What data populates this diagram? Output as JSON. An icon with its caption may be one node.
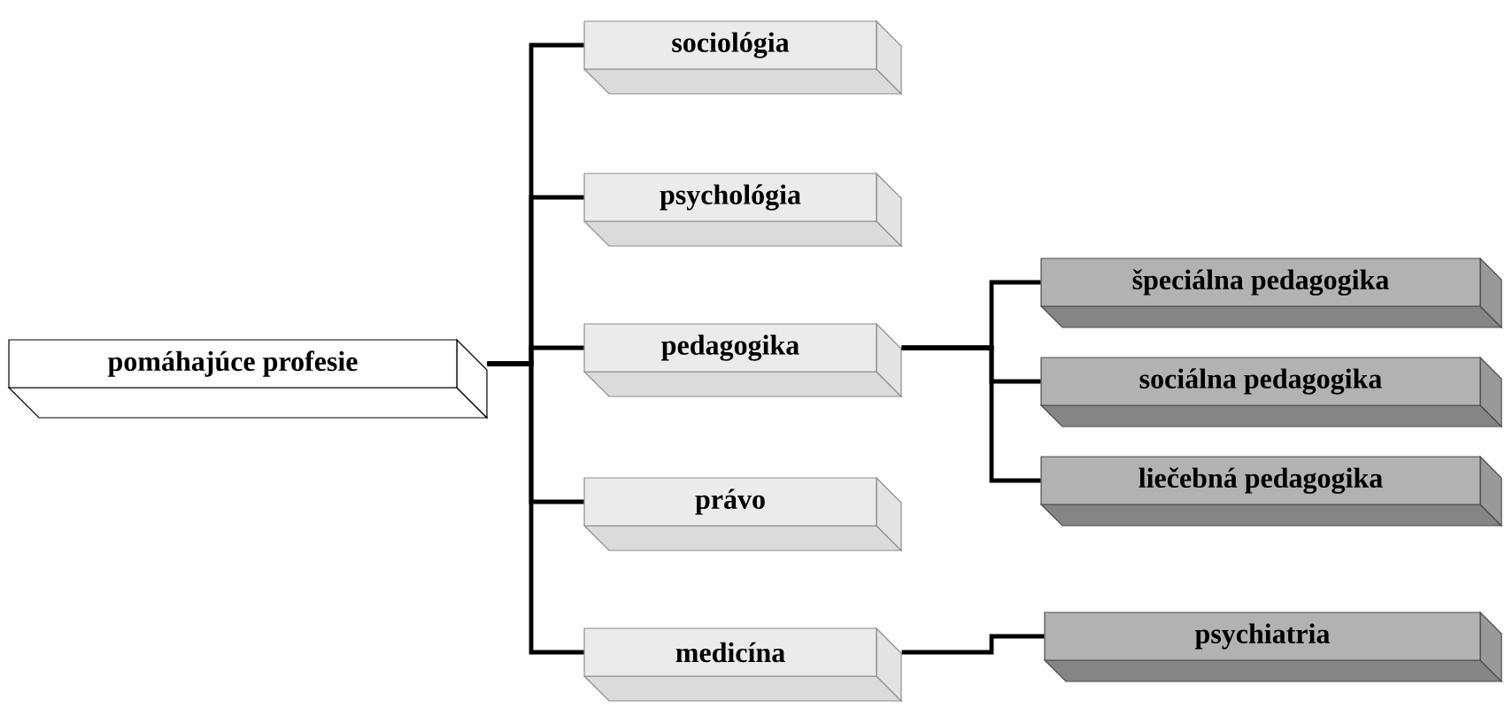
{
  "diagram": {
    "nodes": [
      {
        "text": [
          "pomáhajúce profesie"
        ]
      },
      {
        "text": [
          "sociológia"
        ]
      },
      {
        "text": [
          "psychológia"
        ]
      },
      {
        "text": [
          "pedagogika"
        ]
      },
      {
        "text": [
          "právo"
        ]
      },
      {
        "text": [
          "medicína"
        ]
      },
      {
        "text": [
          "špeciálna pedagogika"
        ]
      },
      {
        "text": [
          "sociálna pedagogika"
        ]
      },
      {
        "text": [
          "liečebná pedagogika"
        ]
      },
      {
        "text": [
          "psychiatria"
        ]
      }
    ],
    "edges": [
      {
        "from": 0,
        "to": 1,
        "arrow": "none"
      },
      {
        "from": 0,
        "to": 2,
        "arrow": "none"
      },
      {
        "from": 0,
        "to": 3,
        "arrow": "none"
      },
      {
        "from": 0,
        "to": 4,
        "arrow": "none"
      },
      {
        "from": 0,
        "to": 5,
        "arrow": "none"
      },
      {
        "from": 3,
        "to": 6,
        "arrow": "none"
      },
      {
        "from": 3,
        "to": 7,
        "arrow": "none"
      },
      {
        "from": 3,
        "to": 8,
        "arrow": "none"
      },
      {
        "from": 5,
        "to": 9,
        "arrow": "none"
      }
    ]
  }
}
